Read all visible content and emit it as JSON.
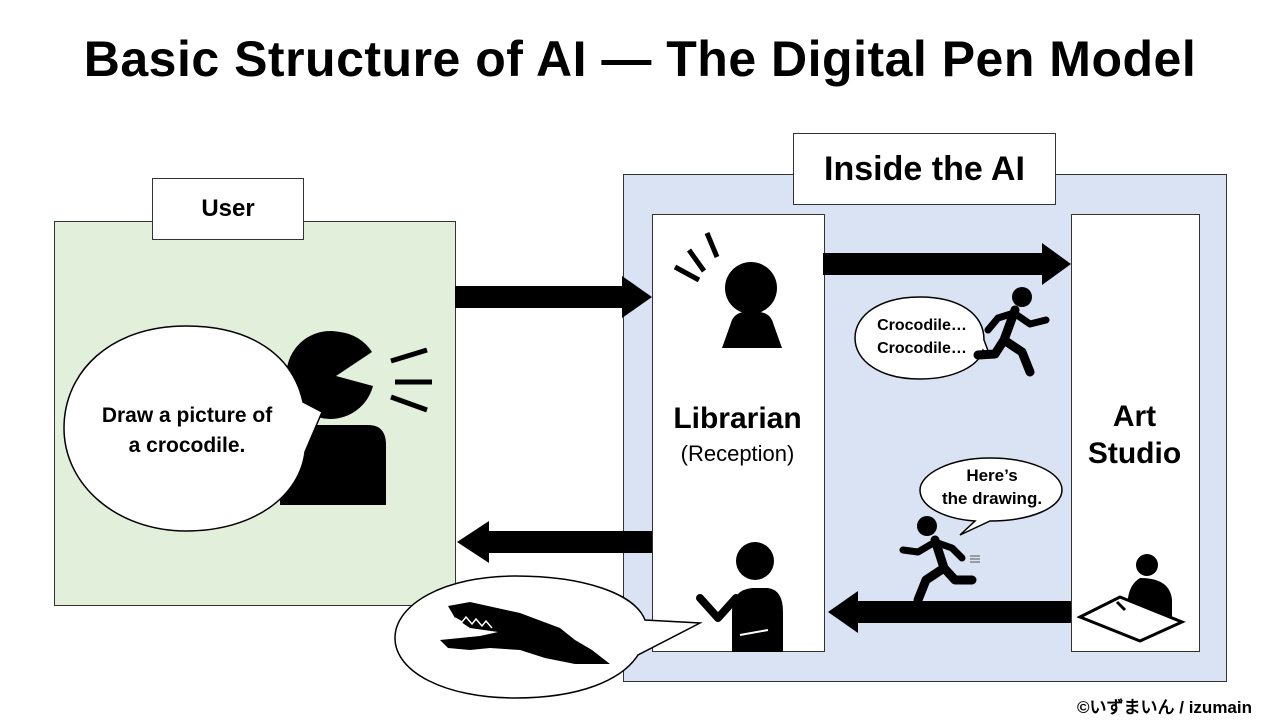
{
  "title": "Basic Structure of AI — The Digital Pen Model",
  "user": {
    "label": "User",
    "speech": [
      "Draw a picture of",
      "a crocodile."
    ]
  },
  "ai": {
    "label": "Inside the AI",
    "librarian": {
      "name": "Librarian",
      "role": "(Reception)"
    },
    "studio": {
      "name": [
        "Art",
        "Studio"
      ]
    },
    "runner_speech": [
      "Crocodile…",
      "Crocodile…"
    ],
    "return_speech": [
      "Here’s",
      "the drawing."
    ]
  },
  "credit": "©いずまいん / izumain",
  "colors": {
    "user_panel": "#e2efda",
    "ai_panel": "#dae3f3",
    "arrow": "#000000"
  },
  "icons": [
    "speaking-person-icon",
    "crocodile-icon",
    "running-person-icon",
    "drawing-artist-icon",
    "pointing-librarian-icon"
  ]
}
